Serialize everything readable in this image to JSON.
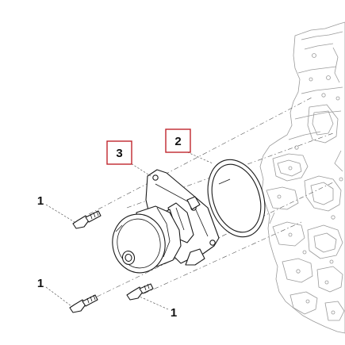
{
  "callouts": {
    "bolt_top_left": "1",
    "bolt_bottom_left": "1",
    "bolt_bottom_right": "1",
    "gasket": "2",
    "water_pump": "3"
  },
  "colors": {
    "line": "#1a1a1a",
    "engine_line": "#9a9a9a",
    "callout_box": "#c0262d",
    "background": "#ffffff"
  }
}
